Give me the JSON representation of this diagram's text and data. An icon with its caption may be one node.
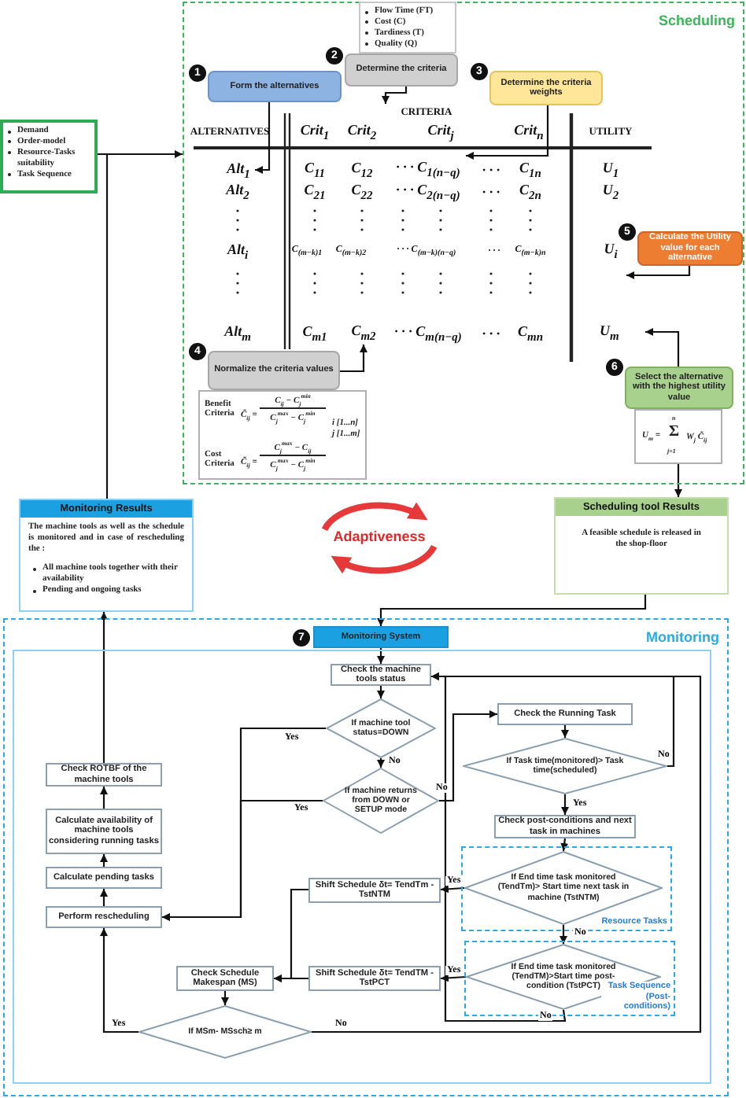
{
  "diagram": {
    "nodes": [
      {
        "text": [
          "Scheduling"
        ]
      },
      {
        "text": [
          "Flow Time (FT)",
          "Cost (C)",
          "Tardiness (T)",
          "Quality (Q)"
        ],
        "in": 0
      },
      {
        "text": [
          "Determine the criteria"
        ],
        "in": 0,
        "beside": [
          "2"
        ]
      },
      {
        "text": [
          "Form the alternatives"
        ],
        "in": 0,
        "beside": [
          "1"
        ]
      },
      {
        "text": [
          "Determine the criteria weights"
        ],
        "in": 0,
        "beside": [
          "3"
        ]
      },
      {
        "text": [
          "Calculate the Utility value for each alternative"
        ],
        "in": 0,
        "beside": [
          "5"
        ]
      },
      {
        "text": [
          "Normalize the criteria values"
        ],
        "in": 0,
        "beside": [
          "4"
        ]
      },
      {
        "text": [
          "Benefit Criteria",
          "C̃$_{ij}$ =",
          "C$_{ij}$ − C$_{j}$$^{min}$",
          "C$_{j}$$^{max}$ − C$_{j}$$^{min}$",
          "i [1...n]",
          "j [1...m]",
          "Cost Criteria",
          "C̃$_{ij}$ =",
          "C$_{j}$$^{max}$ − C$_{ij}$",
          "C$_{j}$$^{max}$ − C$_{j}$$^{min}$"
        ],
        "in": 0
      },
      {
        "text": [
          "Select the alternative with the highest utility value"
        ],
        "in": 0,
        "beside": [
          "6"
        ]
      },
      {
        "text": [
          "U$_{m}$ =",
          "n",
          "Σ",
          "j=1",
          "W$_{j}$ C̃$_{ij}$"
        ],
        "in": 0
      },
      {
        "text": [
          "Demand",
          "Order-model",
          "Resource-Tasks suitability",
          "Task Sequence"
        ]
      },
      {
        "text": [
          "Monitoring Results",
          "The machine tools as well as the schedule is monitored and in case of rescheduling the :",
          "All machine tools together with their availability",
          "Pending and ongoing tasks"
        ]
      },
      {
        "text": [
          "Adaptiveness"
        ]
      },
      {
        "text": [
          "Scheduling tool  Results",
          "A feasible schedule is released in the shop-floor"
        ]
      },
      {
        "text": [
          "Monitoring"
        ]
      },
      {
        "text": [],
        "shape": "box",
        "in": 14
      },
      {
        "text": [
          "Monitoring System"
        ],
        "in": 14,
        "beside": [
          "7"
        ]
      },
      {
        "text": [
          "Check the machine tools status"
        ],
        "in": 15
      },
      {
        "text": [
          "If machine tool status=DOWN"
        ],
        "in": 15
      },
      {
        "text": [
          "If machine returns from DOWN or SETUP mode"
        ],
        "in": 15
      },
      {
        "text": [
          "Check the Running Task"
        ],
        "in": 15
      },
      {
        "text": [
          "If Task time(monitored)> Task time(scheduled)"
        ],
        "in": 15
      },
      {
        "text": [
          "Check post-conditions and next task in machines"
        ],
        "in": 15
      },
      {
        "text": [
          "Resource Tasks"
        ],
        "in": 15
      },
      {
        "text": [
          "If End time task monitored (TendTm)> Start time next task in machine (TstNTM)"
        ],
        "in": 23
      },
      {
        "text": [
          "Task Sequence (Post-conditions)"
        ],
        "in": 15
      },
      {
        "text": [
          "If End time task monitored (TendTM)>Start time post-condition (TstPCT)"
        ],
        "in": 25
      },
      {
        "text": [
          "Shift Schedule δt= TendTm - TstNTM"
        ],
        "in": 15
      },
      {
        "text": [
          "Shift Schedule δt= TendTM - TstPCT"
        ],
        "in": 15
      },
      {
        "text": [
          "Check Schedule Makespan (MS)"
        ],
        "in": 15
      },
      {
        "text": [
          "If MSm- MSsch≥ m"
        ],
        "in": 15
      },
      {
        "text": [
          "Perform rescheduling"
        ],
        "in": 15
      },
      {
        "text": [
          "Calculate pending tasks"
        ],
        "in": 15
      },
      {
        "text": [
          "Calculate availability of machine tools considering running tasks"
        ],
        "in": 15
      },
      {
        "text": [
          "Check ROTBF of the machine tools"
        ],
        "in": 15
      },
      {
        "text": [
          "CRITERIA"
        ],
        "in": 0
      },
      {
        "text": [
          "Alt$_{1}$"
        ],
        "in": 0
      },
      {
        "text": [
          "· · · C$_{1(n−q)}$"
        ],
        "in": 0
      },
      {
        "text": [
          "U$_{i}$"
        ],
        "in": 0
      },
      {
        "text": [
          "C$_{m2}$"
        ],
        "in": 0
      },
      {
        "text": [
          "U$_{m}$"
        ],
        "in": 0
      }
    ],
    "edges": [
      {
        "from": 2,
        "to": 35,
        "arrow": "to"
      },
      {
        "from": 3,
        "to": 36,
        "arrow": "to"
      },
      {
        "from": 4,
        "to": 37,
        "arrow": "to"
      },
      {
        "from": 5,
        "to": 38,
        "arrow": "to"
      },
      {
        "from": 6,
        "to": 39,
        "arrow": "to"
      },
      {
        "from": 8,
        "to": 40,
        "arrow": "to"
      },
      {
        "from": 10,
        "to": 0,
        "arrow": "to"
      },
      {
        "from": 10,
        "to": 11,
        "arrow": "none"
      },
      {
        "from": 9,
        "to": 13,
        "arrow": "to"
      },
      {
        "from": 13,
        "to": 16,
        "arrow": "to"
      },
      {
        "from": 16,
        "to": 17,
        "arrow": "to"
      },
      {
        "from": 17,
        "to": 18,
        "arrow": "to"
      },
      {
        "from": 18,
        "to": 19,
        "arrow": "to",
        "label": "No"
      },
      {
        "from": 18,
        "to": 31,
        "arrow": "to",
        "label": "Yes"
      },
      {
        "from": 19,
        "to": 31,
        "arrow": "to",
        "label": "Yes"
      },
      {
        "from": 19,
        "to": 20,
        "arrow": "to",
        "label": "No"
      },
      {
        "from": 20,
        "to": 21,
        "arrow": "to"
      },
      {
        "from": 21,
        "to": 17,
        "arrow": "to",
        "label": "No"
      },
      {
        "from": 21,
        "to": 22,
        "arrow": "to",
        "label": "Yes"
      },
      {
        "from": 22,
        "to": 24,
        "arrow": "to"
      },
      {
        "from": 24,
        "to": 27,
        "arrow": "to",
        "label": "Yes"
      },
      {
        "from": 24,
        "to": 26,
        "arrow": "to",
        "label": "No"
      },
      {
        "from": 26,
        "to": 28,
        "arrow": "to",
        "label": "Yes"
      },
      {
        "from": 26,
        "to": 17,
        "arrow": "to",
        "label": "No"
      },
      {
        "from": 27,
        "to": 29,
        "arrow": "to"
      },
      {
        "from": 28,
        "to": 29,
        "arrow": "to"
      },
      {
        "from": 29,
        "to": 30,
        "arrow": "to"
      },
      {
        "from": 30,
        "to": 31,
        "arrow": "to",
        "label": "Yes"
      },
      {
        "from": 30,
        "to": 17,
        "arrow": "to",
        "label": "No"
      },
      {
        "from": 31,
        "to": 32,
        "arrow": "to"
      },
      {
        "from": 32,
        "to": 33,
        "arrow": "to"
      },
      {
        "from": 33,
        "to": 34,
        "arrow": "to"
      },
      {
        "from": 34,
        "to": 11,
        "arrow": "to"
      }
    ],
    "labels": [
      "ALTERNATIVES",
      "Crit$_{1}$",
      "Crit$_{2}$",
      "Crit$_{j}$",
      "Crit$_{n}$",
      "UTILITY",
      "C$_{11}$",
      "C$_{12}$",
      "· · ·",
      "C$_{1n}$",
      "U$_{1}$",
      "Alt$_{2}$",
      "C$_{21}$",
      "C$_{22}$",
      "· · · C$_{2(n−q)}$",
      "· · ·",
      "C$_{2n}$",
      "U$_{2}$",
      "Alt$_{i}$",
      "C$_{(m−k)1}$",
      "C$_{(m−k)2}$",
      "· · · C$_{(m−k)(n−q)}$",
      "· · ·",
      "C$_{(m−k)n}$",
      "Alt$_{m}$",
      "C$_{m1}$",
      "· · · C$_{m(n−q)}$",
      "· · ·",
      "C$_{mn}$"
    ]
  }
}
